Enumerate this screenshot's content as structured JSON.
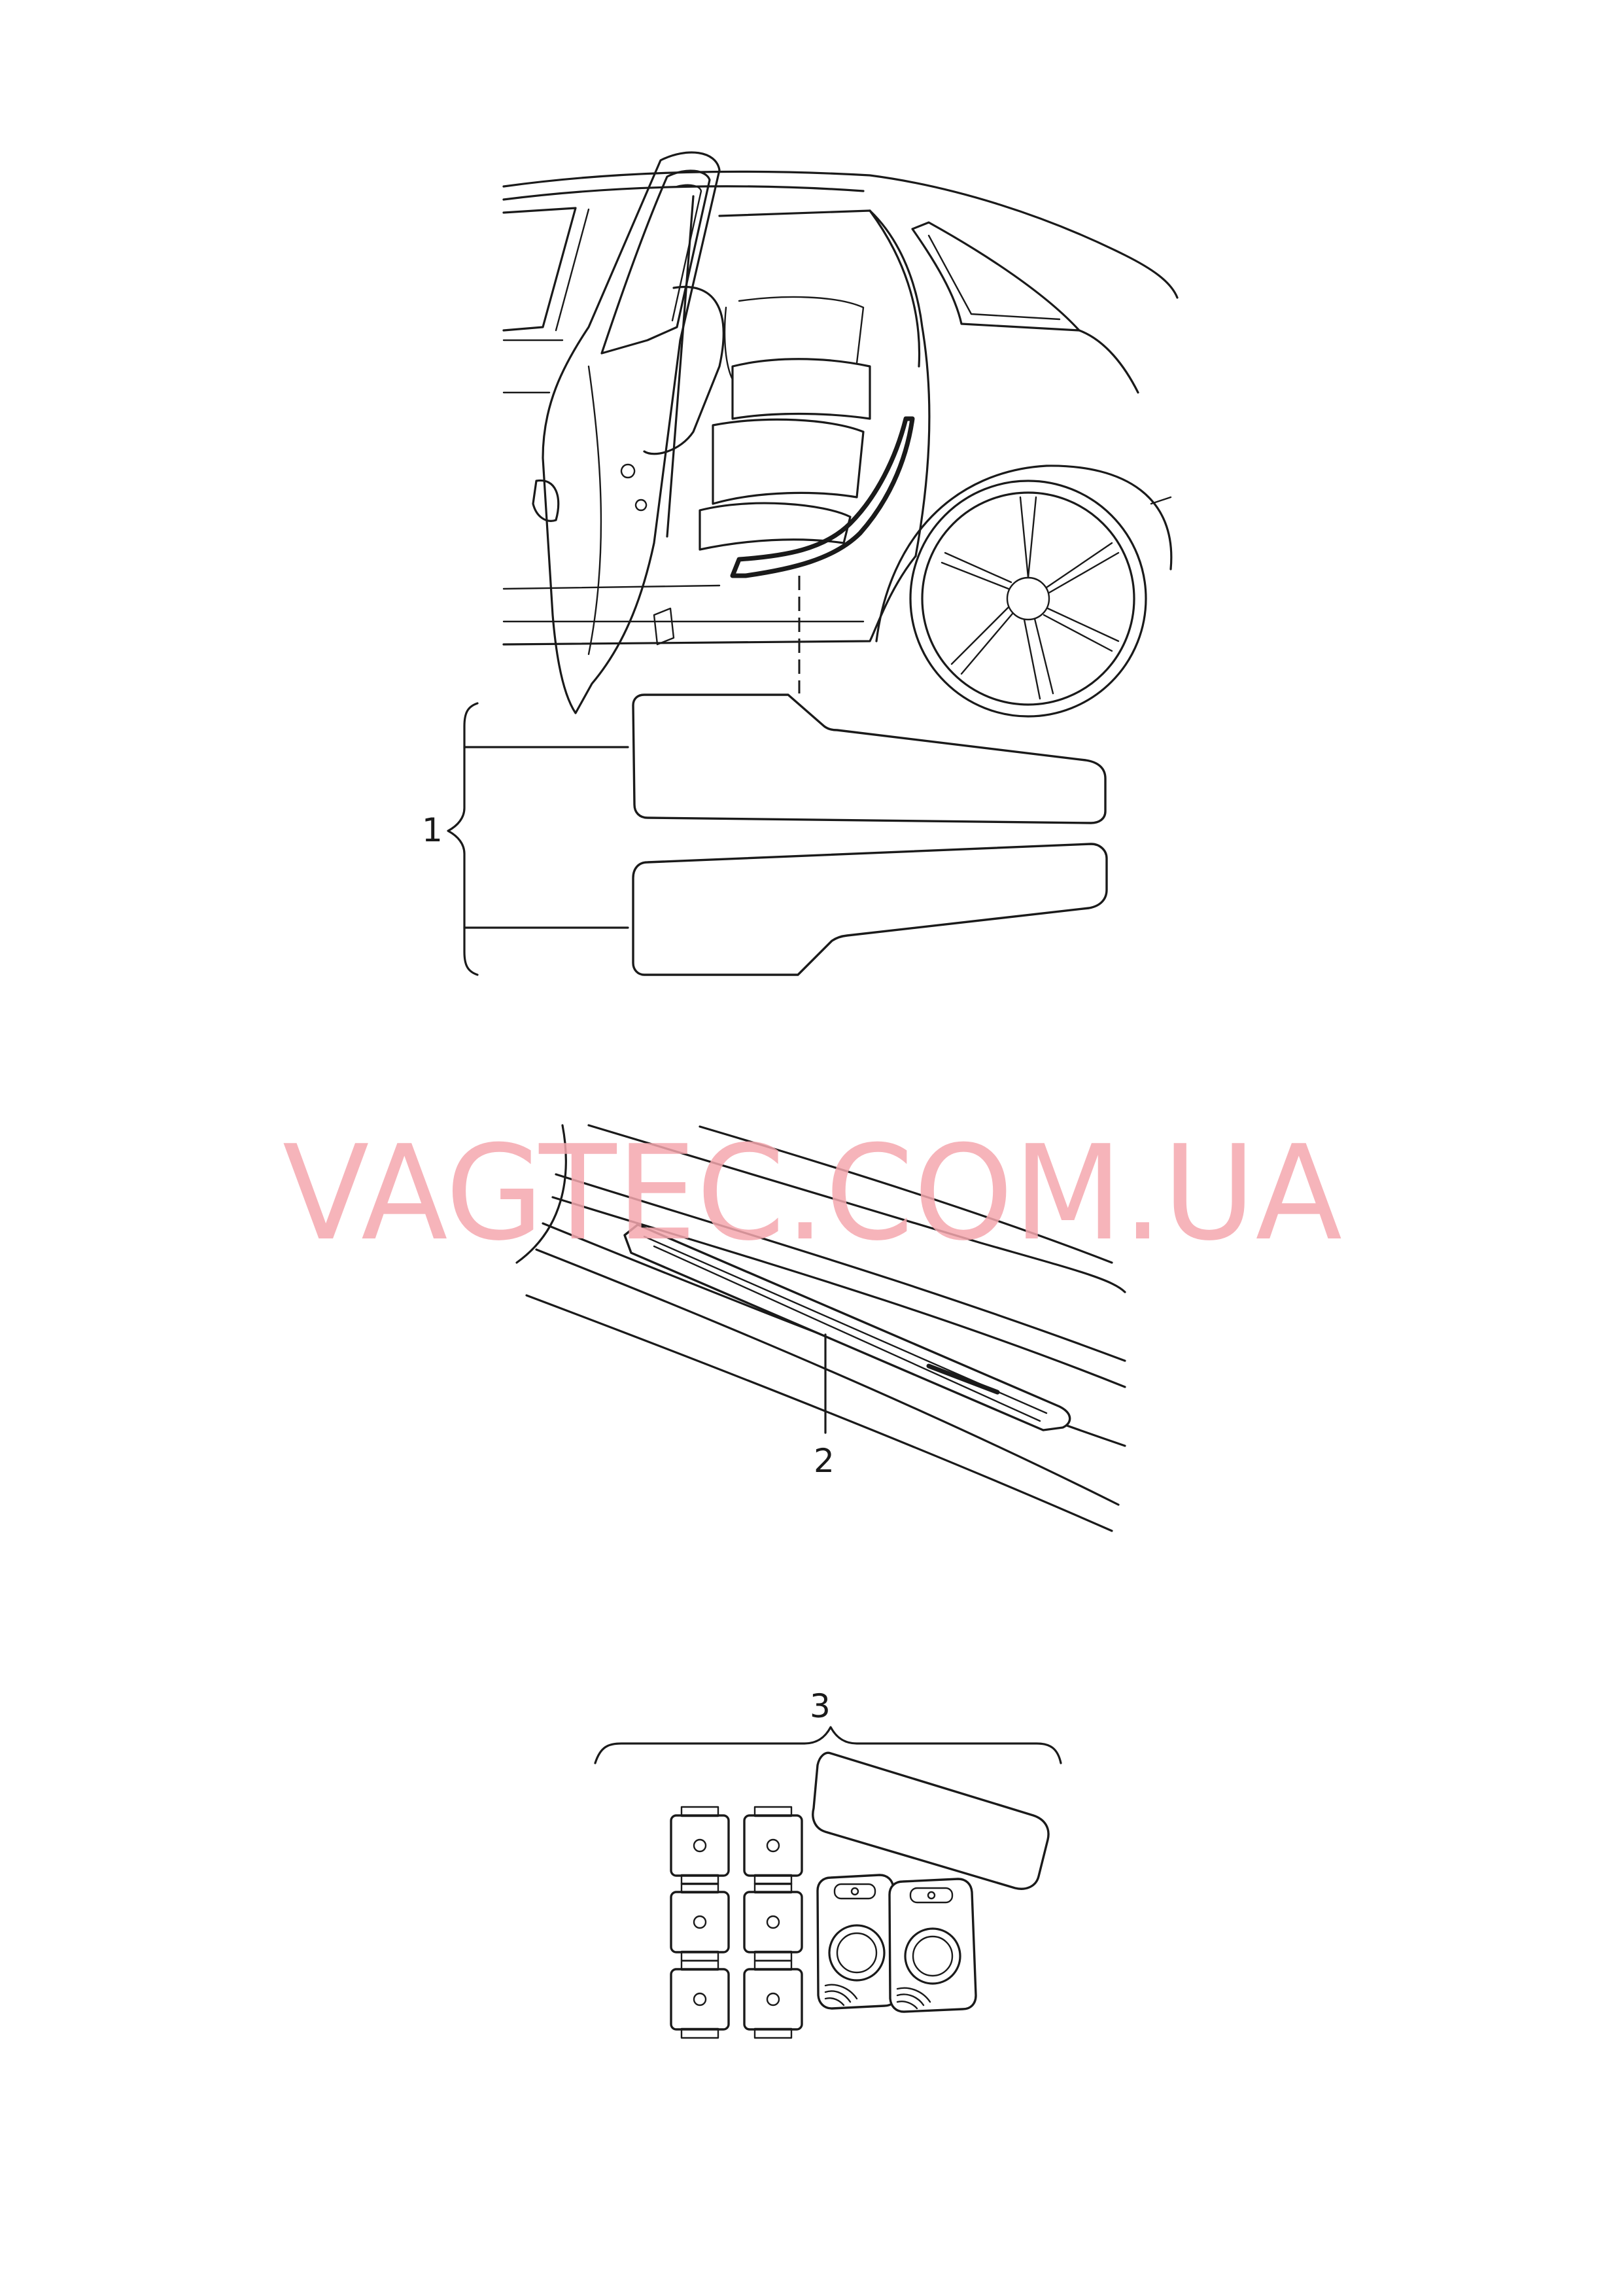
{
  "callouts": [
    {
      "number": "1",
      "description": "sill protection foil set (door entry area)"
    },
    {
      "number": "2",
      "description": "door sill trim panel"
    },
    {
      "number": "3",
      "description": "mounting kit (clips, cleaning pad, adhesive-promoter sachets)"
    }
  ],
  "watermark": "VAGTEC.COM.UA",
  "colors": {
    "line": "#1a1a1a",
    "watermark": "#f4a7ae",
    "background": "#ffffff"
  }
}
